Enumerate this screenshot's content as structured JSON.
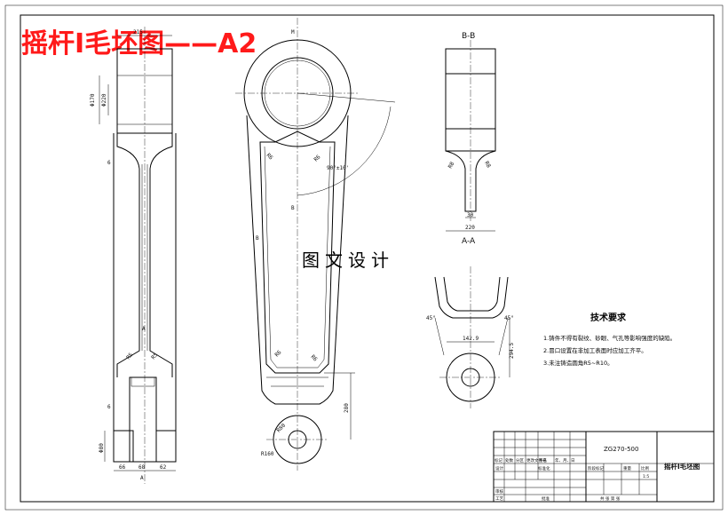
{
  "title": {
    "main": "摇杆I毛坯图——A2"
  },
  "watermark": "图文设计",
  "views": {
    "section_bb": "B-B",
    "section_aa": "A-A",
    "label_b": "B",
    "label_a": "A"
  },
  "dimensions": {
    "left_top_width": "215",
    "left_d1": "Φ170",
    "left_d2": "Φ220",
    "left_gap": "6",
    "left_a": "A",
    "left_r1": "R5",
    "left_r2": "R5",
    "left_b1": "6",
    "left_d3": "Φ80",
    "left_w1": "66",
    "left_w2": "68",
    "left_w3": "62",
    "front_m": "M",
    "front_r1": "R6",
    "front_r2": "R6",
    "front_angle": "90°±10'",
    "front_b": "B",
    "front_r3": "R6",
    "front_r4": "R6",
    "front_len": "280",
    "front_rb": "R160",
    "front_rs": "R80",
    "bb_r1": "R8",
    "bb_r2": "R8",
    "bb_w": "30",
    "bb_total": "220",
    "aa_angle1": "45°",
    "aa_angle2": "45°",
    "aa_w": "142.9",
    "aa_h": "294.5"
  },
  "tech_notes": {
    "heading": "技术要求",
    "items": [
      "1.铸件不得有裂纹、砂眼、气孔等影响强度的缺陷。",
      "2.冒口设置在非加工表面时应加工齐平。",
      "3.未注铸造圆角R5~R10。"
    ]
  },
  "title_block": {
    "part_no": "ZG270-500",
    "drawing_name": "摇杆I毛坯图",
    "row_labels": [
      "标记",
      "处数",
      "分区",
      "更改文件号",
      "签名",
      "年、月、日"
    ],
    "labels_left": [
      "设计",
      "",
      "审核",
      "工艺"
    ],
    "std": "标准化",
    "approve": "批准",
    "stage": "阶段标记",
    "weight": "重量",
    "scale": "比例",
    "scale_value": "1:5",
    "sheets": "共 张 第 张"
  }
}
